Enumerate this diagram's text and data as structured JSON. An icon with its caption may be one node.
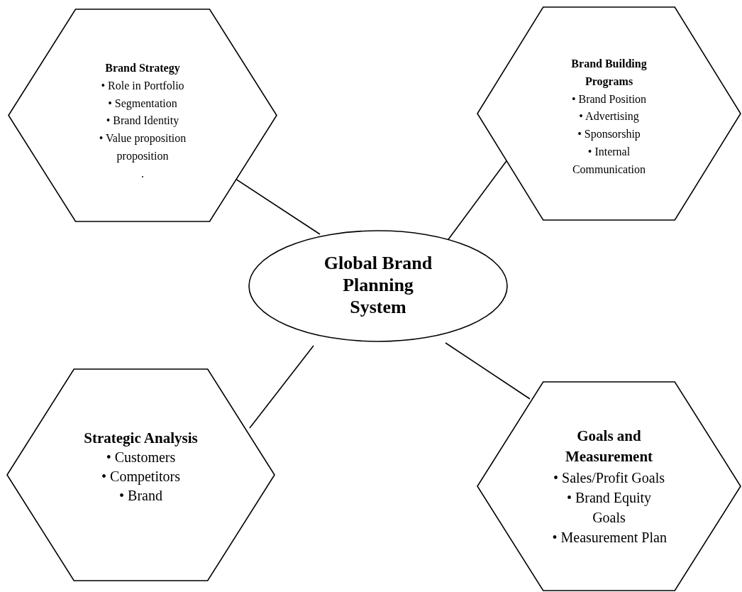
{
  "diagram": {
    "nodes": [
      {
        "text": [
          "Brand Strategy",
          "• Role in Portfolio",
          "• Segmentation",
          "• Brand Identity",
          "• Value proposition proposition",
          "."
        ]
      },
      {
        "text": [
          "Brand Building Programs",
          "• Brand Position",
          "• Advertising",
          "• Sponsorship",
          "•  Internal Communication"
        ]
      },
      {
        "text": [
          "Global Brand Planning System"
        ]
      },
      {
        "text": [
          "Strategic Analysis",
          "• Customers",
          "• Competitors",
          "• Brand"
        ]
      },
      {
        "text": [
          "Goals and Measurement",
          "• Sales/Profit Goals",
          "• Brand Equity Goals",
          "• Measurement Plan"
        ]
      }
    ],
    "edges": [
      {
        "from": 0,
        "to": 2,
        "arrow": "none"
      },
      {
        "from": 1,
        "to": 2,
        "arrow": "none"
      },
      {
        "from": 3,
        "to": 2,
        "arrow": "none"
      },
      {
        "from": 4,
        "to": 2,
        "arrow": "none"
      }
    ]
  }
}
